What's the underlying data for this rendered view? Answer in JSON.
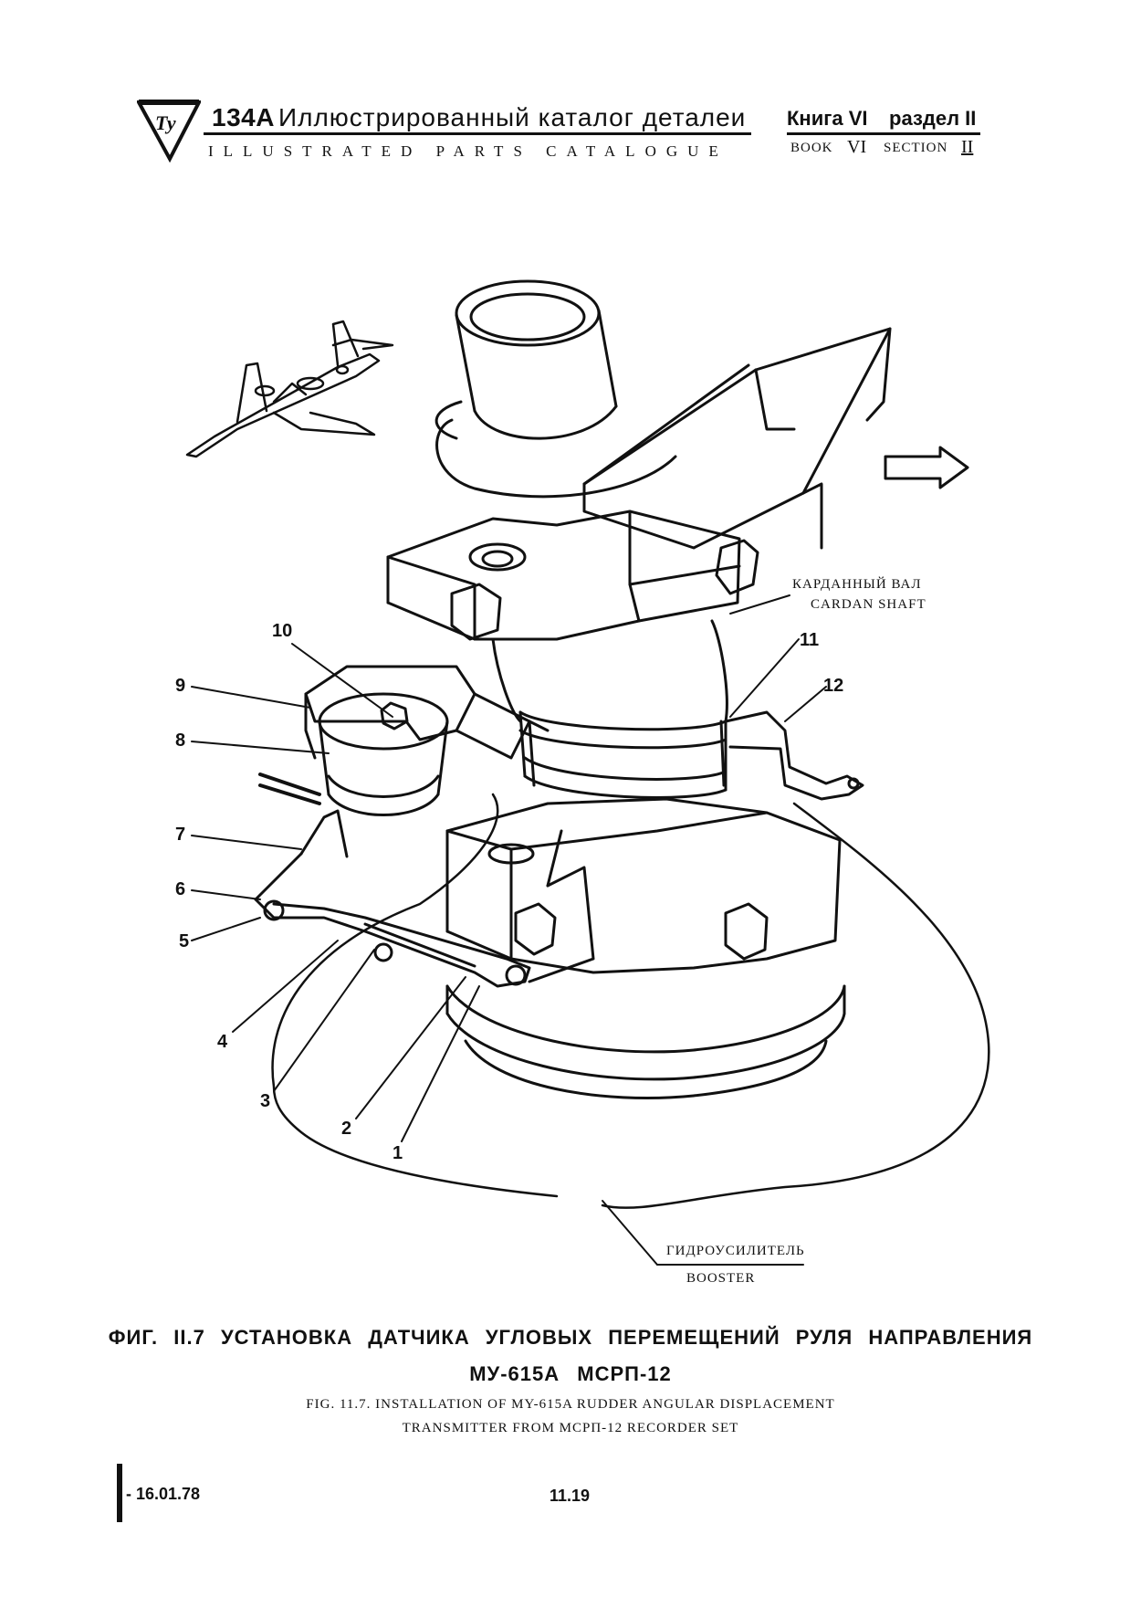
{
  "header": {
    "model": "134A",
    "title_ru": "Иллюстрированный  каталог  деталеи",
    "title_en": "ILLUSTRATED PARTS CATALOGUE",
    "book_ru": "Книга VI",
    "section_ru": "раздел II",
    "book_en": "BOOK",
    "book_num": "VI",
    "section_en": "SECTION",
    "section_num": "II"
  },
  "figure": {
    "callouts": [
      "1",
      "2",
      "3",
      "4",
      "5",
      "6",
      "7",
      "8",
      "9",
      "10",
      "11",
      "12"
    ],
    "cardan_ru": "КАРДАННЫЙ ВАЛ",
    "cardan_en": "CARDAN SHAFT",
    "booster_ru": "ГИДРОУСИЛИТЕЛЬ",
    "booster_en": "BOOSTER"
  },
  "caption": {
    "line1": "ФИГ. II.7  УСТАНОВКА  ДАТЧИКА  УГЛОВЫХ  ПЕРЕМЕЩЕНИЙ  РУЛЯ  НАПРАВЛЕНИЯ",
    "line2": "МУ-615А   МСРП-12",
    "line3": "FIG. 11.7. INSTALLATION OF MY-615A RUDDER ANGULAR DISPLACEMENT",
    "line4": "TRANSMITTER FROM MCPП-12 RECORDER SET"
  },
  "footer": {
    "date": "- 16.01.78",
    "page": "11.19"
  }
}
